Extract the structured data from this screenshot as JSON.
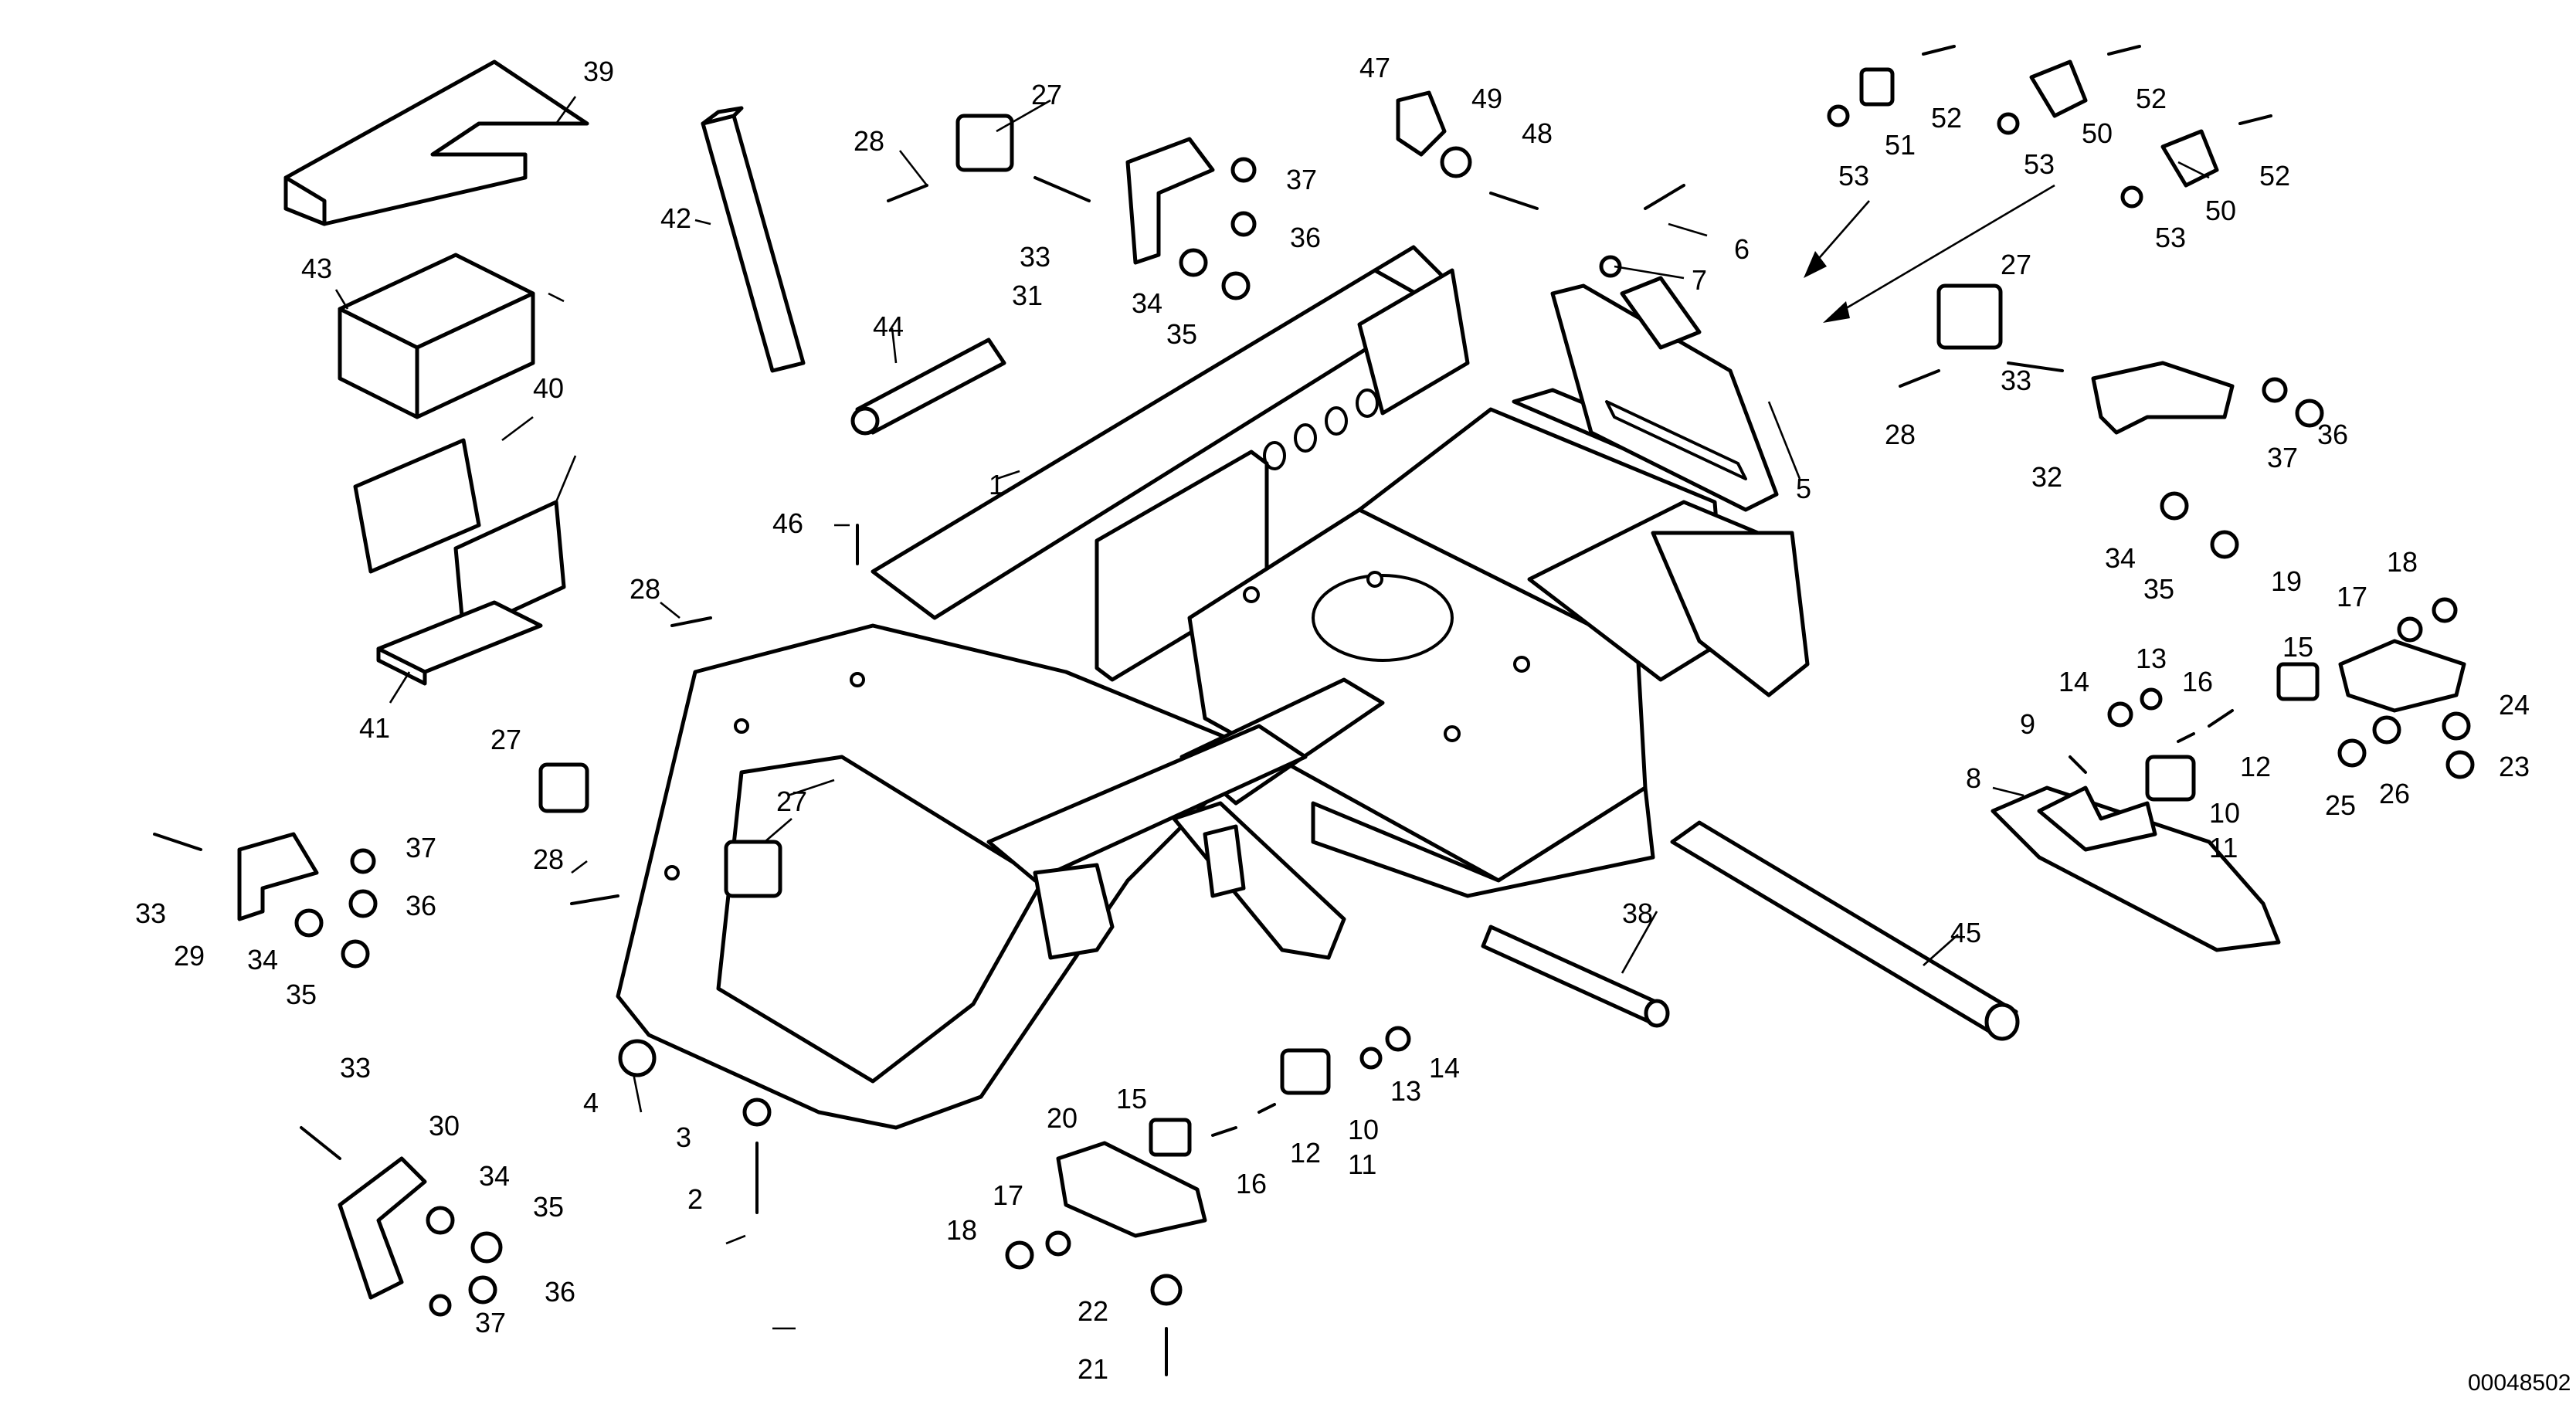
{
  "drawing": {
    "reference_number": "00048502",
    "callouts": [
      {
        "id": "c1",
        "text": "1"
      },
      {
        "id": "c2",
        "text": "2"
      },
      {
        "id": "c3",
        "text": "3"
      },
      {
        "id": "c4",
        "text": "4"
      },
      {
        "id": "c5",
        "text": "5"
      },
      {
        "id": "c6",
        "text": "6"
      },
      {
        "id": "c7",
        "text": "7"
      },
      {
        "id": "c8",
        "text": "8"
      },
      {
        "id": "c9",
        "text": "9"
      },
      {
        "id": "c10a",
        "text": "10"
      },
      {
        "id": "c10b",
        "text": "10"
      },
      {
        "id": "c11a",
        "text": "11"
      },
      {
        "id": "c11b",
        "text": "11"
      },
      {
        "id": "c12a",
        "text": "12"
      },
      {
        "id": "c12b",
        "text": "12"
      },
      {
        "id": "c13a",
        "text": "13"
      },
      {
        "id": "c13b",
        "text": "13"
      },
      {
        "id": "c14a",
        "text": "14"
      },
      {
        "id": "c14b",
        "text": "14"
      },
      {
        "id": "c15a",
        "text": "15"
      },
      {
        "id": "c15b",
        "text": "15"
      },
      {
        "id": "c16a",
        "text": "16"
      },
      {
        "id": "c16b",
        "text": "16"
      },
      {
        "id": "c17a",
        "text": "17"
      },
      {
        "id": "c17b",
        "text": "17"
      },
      {
        "id": "c18a",
        "text": "18"
      },
      {
        "id": "c18b",
        "text": "18"
      },
      {
        "id": "c19",
        "text": "19"
      },
      {
        "id": "c20",
        "text": "20"
      },
      {
        "id": "c21",
        "text": "21"
      },
      {
        "id": "c22",
        "text": "22"
      },
      {
        "id": "c23",
        "text": "23"
      },
      {
        "id": "c24",
        "text": "24"
      },
      {
        "id": "c25",
        "text": "25"
      },
      {
        "id": "c26",
        "text": "26"
      },
      {
        "id": "c27a",
        "text": "27"
      },
      {
        "id": "c27b",
        "text": "27"
      },
      {
        "id": "c27c",
        "text": "27"
      },
      {
        "id": "c27d",
        "text": "27"
      },
      {
        "id": "c28a",
        "text": "28"
      },
      {
        "id": "c28b",
        "text": "28"
      },
      {
        "id": "c28c",
        "text": "28"
      },
      {
        "id": "c28d",
        "text": "28"
      },
      {
        "id": "c29",
        "text": "29"
      },
      {
        "id": "c30",
        "text": "30"
      },
      {
        "id": "c31",
        "text": "31"
      },
      {
        "id": "c32",
        "text": "32"
      },
      {
        "id": "c33a",
        "text": "33"
      },
      {
        "id": "c33b",
        "text": "33"
      },
      {
        "id": "c33c",
        "text": "33"
      },
      {
        "id": "c33d",
        "text": "33"
      },
      {
        "id": "c34a",
        "text": "34"
      },
      {
        "id": "c34b",
        "text": "34"
      },
      {
        "id": "c34c",
        "text": "34"
      },
      {
        "id": "c34d",
        "text": "34"
      },
      {
        "id": "c35a",
        "text": "35"
      },
      {
        "id": "c35b",
        "text": "35"
      },
      {
        "id": "c35c",
        "text": "35"
      },
      {
        "id": "c35d",
        "text": "35"
      },
      {
        "id": "c36a",
        "text": "36"
      },
      {
        "id": "c36b",
        "text": "36"
      },
      {
        "id": "c36c",
        "text": "36"
      },
      {
        "id": "c36d",
        "text": "36"
      },
      {
        "id": "c37a",
        "text": "37"
      },
      {
        "id": "c37b",
        "text": "37"
      },
      {
        "id": "c37c",
        "text": "37"
      },
      {
        "id": "c37d",
        "text": "37"
      },
      {
        "id": "c38",
        "text": "38"
      },
      {
        "id": "c39",
        "text": "39"
      },
      {
        "id": "c40",
        "text": "40"
      },
      {
        "id": "c41",
        "text": "41"
      },
      {
        "id": "c42",
        "text": "42"
      },
      {
        "id": "c43",
        "text": "43"
      },
      {
        "id": "c44",
        "text": "44"
      },
      {
        "id": "c45",
        "text": "45"
      },
      {
        "id": "c46",
        "text": "46"
      },
      {
        "id": "c47",
        "text": "47"
      },
      {
        "id": "c48",
        "text": "48"
      },
      {
        "id": "c49",
        "text": "49"
      },
      {
        "id": "c50a",
        "text": "50"
      },
      {
        "id": "c50b",
        "text": "50"
      },
      {
        "id": "c51",
        "text": "51"
      },
      {
        "id": "c52a",
        "text": "52"
      },
      {
        "id": "c52b",
        "text": "52"
      },
      {
        "id": "c52c",
        "text": "52"
      },
      {
        "id": "c53a",
        "text": "53"
      },
      {
        "id": "c53b",
        "text": "53"
      },
      {
        "id": "c53c",
        "text": "53"
      }
    ]
  }
}
